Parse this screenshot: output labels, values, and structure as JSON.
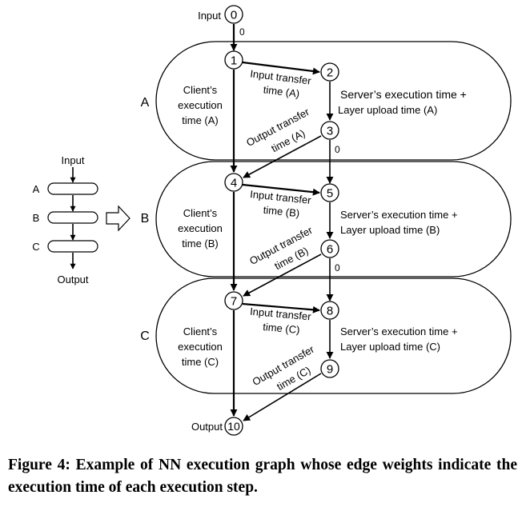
{
  "labels": {
    "input": "Input",
    "output": "Output",
    "zero": "0",
    "blocks": [
      "A",
      "B",
      "C"
    ],
    "client_line1": "Client’s",
    "client_line2": "execution",
    "client_line3": [
      "time (A)",
      "time (B)",
      "time (C)"
    ],
    "input_transfer_line1": "Input transfer",
    "input_transfer_line2": [
      "time (A)",
      "time (B)",
      "time (C)"
    ],
    "output_transfer_line1": "Output transfer",
    "output_transfer_line2": [
      "time (A)",
      "time (B)",
      "time (C)"
    ],
    "server_line1": "Server’s execution time +",
    "server_line2": [
      "Layer upload time (A)",
      "Layer upload time (B)",
      "Layer upload time (C)"
    ]
  },
  "nodes": [
    "0",
    "1",
    "2",
    "3",
    "4",
    "5",
    "6",
    "7",
    "8",
    "9",
    "10"
  ],
  "mini": {
    "input": "Input",
    "output": "Output",
    "layers": [
      "A",
      "B",
      "C"
    ]
  },
  "caption": "Figure 4: Example of NN execution graph whose edge weights indicate the execution time of each execution step."
}
